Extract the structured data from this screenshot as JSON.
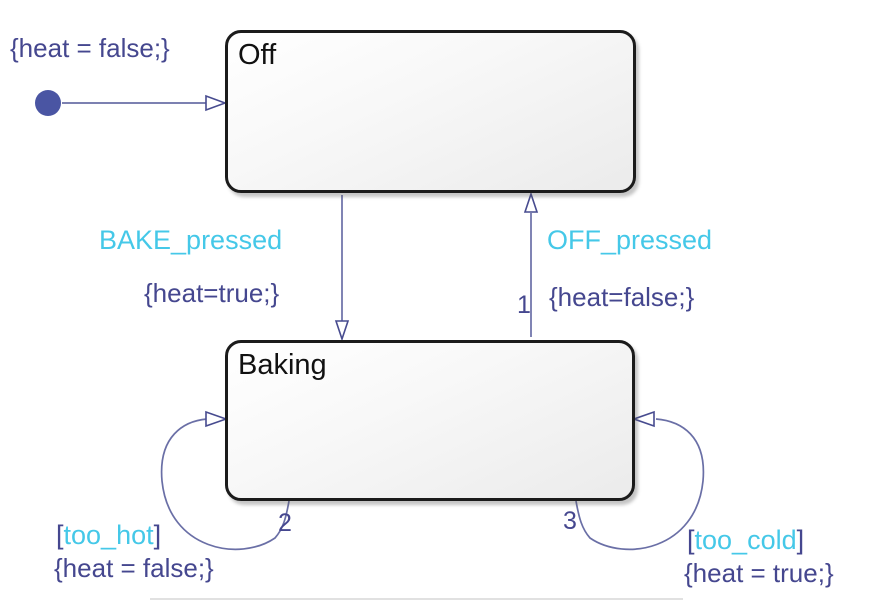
{
  "chart": {
    "states": [
      {
        "name": "Off"
      },
      {
        "name": "Baking"
      }
    ],
    "default_transition": {
      "action": "{heat = false;}"
    },
    "transitions": [
      {
        "id": "bake",
        "event": "BAKE_pressed",
        "action": "{heat=true;}"
      },
      {
        "id": "off",
        "event": "OFF_pressed",
        "action": "{heat=false;}",
        "order": "1"
      },
      {
        "id": "too-hot",
        "bracket_open": "[",
        "condition": "too_hot",
        "bracket_close": "]",
        "action": "{heat = false;}",
        "order": "2"
      },
      {
        "id": "too-cold",
        "bracket_open": "[",
        "condition": "too_cold",
        "bracket_close": "]",
        "action": "{heat = true;}",
        "order": "3"
      }
    ],
    "colors": {
      "event_text": "#45c8e8",
      "action_text": "#45478f",
      "transition_line": "#6a6fa6",
      "arrowhead_stroke": "#474b8f",
      "initial_dot": "#4a55a3",
      "state_border": "#1b1b1b"
    }
  }
}
